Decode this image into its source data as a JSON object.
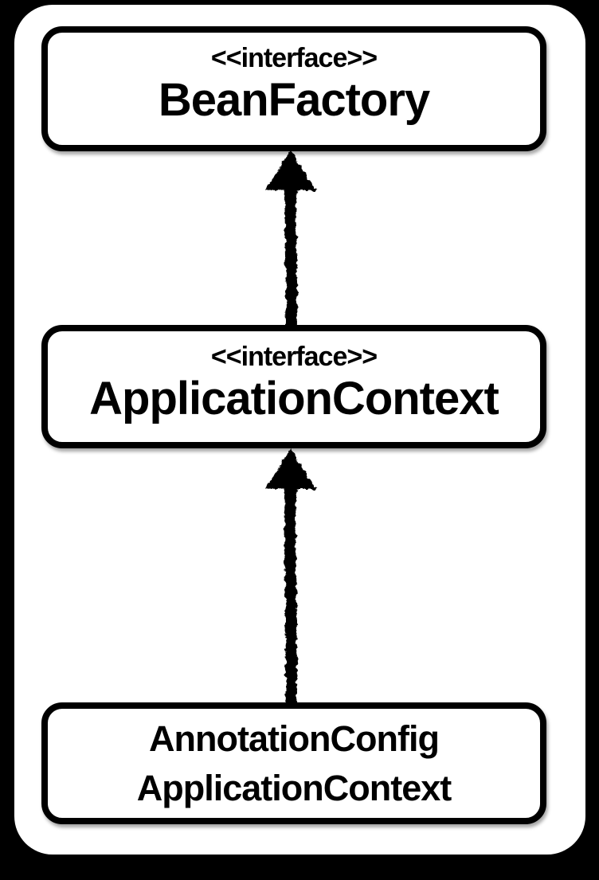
{
  "colors": {
    "background": "#000000",
    "canvas": "#ffffff",
    "stroke": "#000000",
    "text": "#000000"
  },
  "diagram": {
    "type": "uml-class-diagram",
    "nodes": [
      {
        "id": "bean-factory",
        "stereotype": "<<interface>>",
        "name": "BeanFactory"
      },
      {
        "id": "application-context",
        "stereotype": "<<interface>>",
        "name": "ApplicationContext"
      },
      {
        "id": "annotation-config-application-context",
        "name_line1": "AnnotationConfig",
        "name_line2": "ApplicationContext"
      }
    ],
    "edges": [
      {
        "from": "application-context",
        "to": "bean-factory",
        "type": "inheritance",
        "direction": "up"
      },
      {
        "from": "annotation-config-application-context",
        "to": "application-context",
        "type": "inheritance",
        "direction": "up"
      }
    ]
  }
}
